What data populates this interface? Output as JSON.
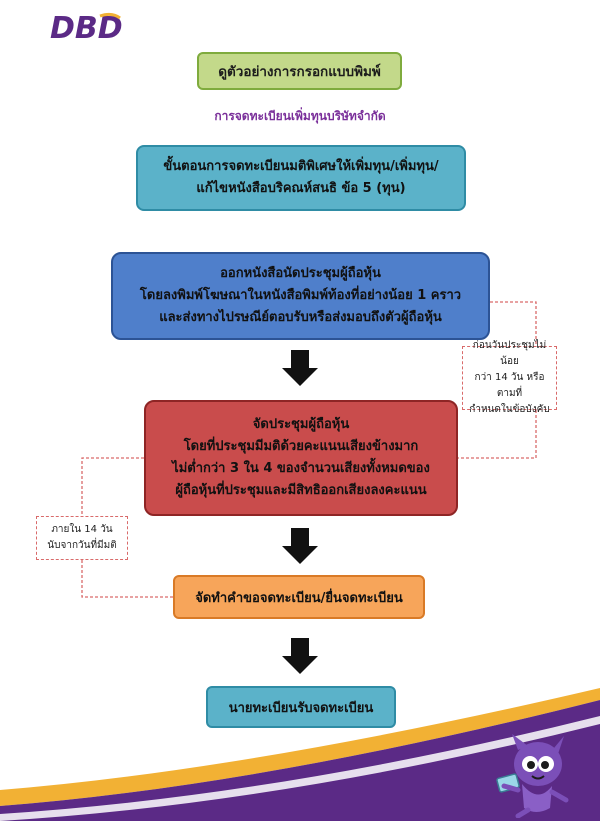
{
  "logo": {
    "text": "DBD"
  },
  "title_button": "ดูตัวอย่างการกรอกแบบพิมพ์",
  "subtitle": "การจดทะเบียนเพิ่มทุนบริษัทจำกัด",
  "steps": [
    {
      "lines": [
        "ขั้นตอนการจดทะเบียนมติพิเศษให้เพิ่มทุน/เพิ่มทุน/",
        "แก้ไขหนังสือบริคณห์สนธิ ข้อ 5 (ทุน)"
      ]
    },
    {
      "lines": [
        "ออกหนังสือนัดประชุมผู้ถือหุ้น",
        "โดยลงพิมพ์โฆษณาในหนังสือพิมพ์ท้องที่อย่างน้อย 1 คราว",
        "และส่งทางไปรษณีย์ตอบรับหรือส่งมอบถึงตัวผู้ถือหุ้น"
      ]
    },
    {
      "lines": [
        "จัดประชุมผู้ถือหุ้น",
        "โดยที่ประชุมมีมติด้วยคะแนนเสียงข้างมาก",
        "ไม่ต่ำกว่า 3 ใน 4 ของจำนวนเสียงทั้งหมดของ",
        "ผู้ถือหุ้นที่ประชุมและมีสิทธิออกเสียงลงคะแนน"
      ]
    },
    {
      "lines": [
        "จัดทำคำขอจดทะเบียน/ยื่นจดทะเบียน"
      ]
    },
    {
      "lines": [
        "นายทะเบียนรับจดทะเบียน"
      ]
    }
  ],
  "notes": [
    {
      "lines": [
        "ก่อนวันประชุมไม่น้อย",
        "กว่า 14 วัน หรือตามที่",
        "กำหนดในข้อบังคับ"
      ]
    },
    {
      "lines": [
        "ภายใน 14 วัน",
        "นับจากวันที่มีมติ"
      ]
    }
  ],
  "colors": {
    "purple": "#5b2a86",
    "green_box": "#c3d98a",
    "teal_box": "#5bb2c9",
    "blue_box": "#4f7fcb",
    "red_box": "#c94c4c",
    "orange_box": "#f7a55a",
    "note_border": "#d96a6a",
    "accent_gold": "#f2b134"
  }
}
